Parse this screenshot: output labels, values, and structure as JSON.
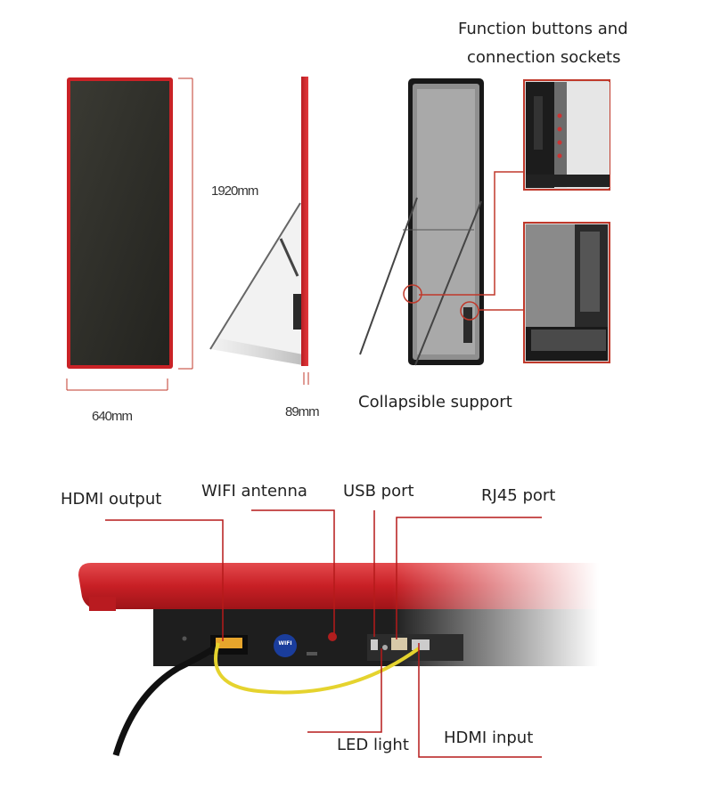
{
  "top": {
    "height_label": "1920mm",
    "width_label": "640mm",
    "depth_label": "89mm",
    "function_title_line1": "Function buttons and",
    "function_title_line2": "connection sockets",
    "support_label": "Collapsible support"
  },
  "bottom": {
    "hdmi_output": "HDMI output",
    "wifi_antenna": "WIFI antenna",
    "usb_port": "USB port",
    "rj45_port": "RJ45 port",
    "led_light": "LED light",
    "hdmi_input": "HDMI input",
    "wifi_badge": "WIFI"
  },
  "colors": {
    "frame_red": "#d8282b",
    "screen_dark": "#2f2f28",
    "callout_red": "#b51a1a"
  }
}
